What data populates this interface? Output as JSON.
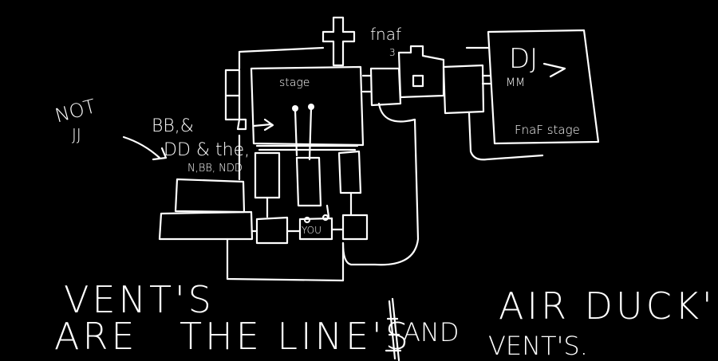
{
  "colors": {
    "background": "#000000",
    "ink": "#ffffff"
  },
  "labels": {
    "not": "NOT",
    "jj": "JJ",
    "bb": "BB,&",
    "dd": "DD & the,",
    "nbb": "N,BB, NDD",
    "stage": "stage",
    "fnaf": "fnaf",
    "fnaf_num": "3",
    "dj": "DJ",
    "mm": "MM",
    "fnaf_stage": "FnaF stage",
    "you": "YOU"
  },
  "caption": {
    "vents": "VENT'S",
    "are": "ARE",
    "the_lines": "THE LINE'S",
    "and": "AND",
    "air_ducks": "AIR DUCK'S",
    "vents2": "VENT'S."
  }
}
